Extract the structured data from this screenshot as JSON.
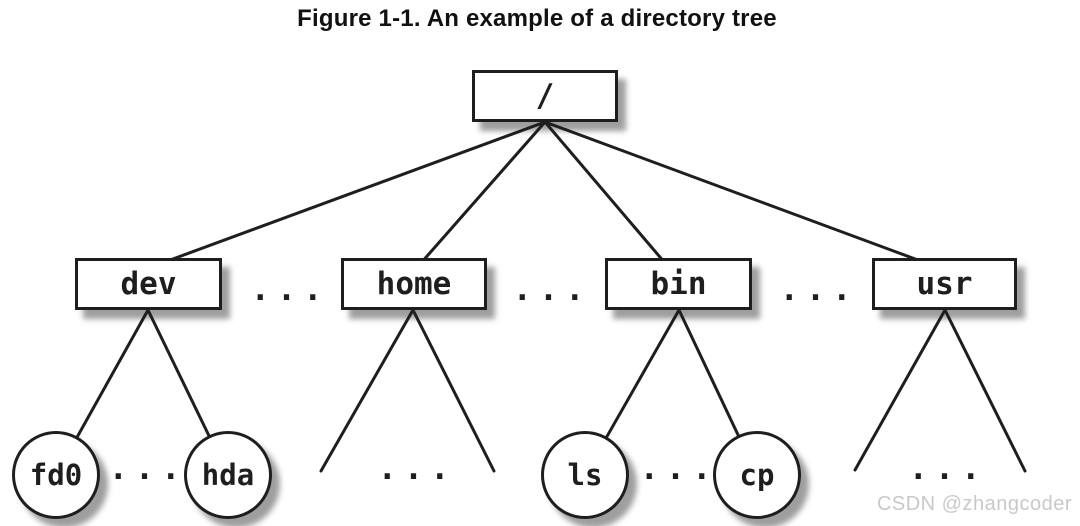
{
  "figure": {
    "title": "Figure 1-1. An example of a directory tree",
    "watermark": "CSDN @zhangcoder",
    "ellipsis": "...",
    "colors": {
      "line": "#1e1e1e",
      "shadow": "#9e9e9e",
      "node_background": "#ffffff",
      "watermark": "#c9c9c9"
    },
    "tree": {
      "root": {
        "label": "/"
      },
      "level2": [
        {
          "label": "dev"
        },
        {
          "label": "home"
        },
        {
          "label": "bin"
        },
        {
          "label": "usr"
        }
      ],
      "level3": [
        {
          "label": "fd0"
        },
        {
          "label": "hda"
        },
        {
          "label": "ls"
        },
        {
          "label": "cp"
        }
      ]
    }
  }
}
